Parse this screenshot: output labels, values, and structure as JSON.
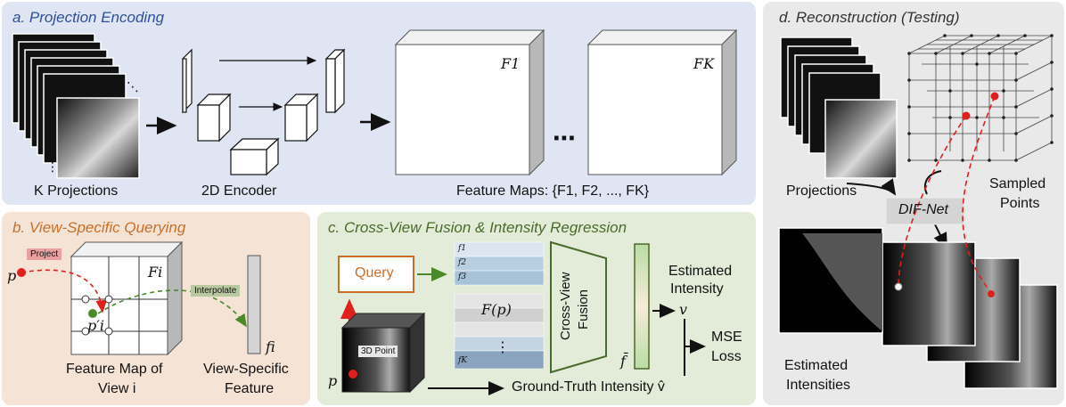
{
  "panel_a": {
    "title": "a. Projection Encoding",
    "projections_label": "K Projections",
    "encoder_label": "2D Encoder",
    "feature_maps_label": "Feature Maps: {F1, F2, ..., FK}",
    "f1": "F1",
    "fk": "FK",
    "ellipsis": "⋯"
  },
  "panel_b": {
    "title": "b. View-Specific Querying",
    "point": "p",
    "project_tag": "Project",
    "interpolate_tag": "Interpolate",
    "fi_label": "Fi",
    "pi_label": "p′i",
    "fi_vec": "fi",
    "feature_map_label_1": "Feature Map of",
    "feature_map_label_2": "View i",
    "view_specific_1": "View-Specific",
    "view_specific_2": "Feature"
  },
  "panel_c": {
    "title": "c. Cross-View Fusion & Intensity Regression",
    "query": "Query",
    "f1": "f1",
    "f2": "f2",
    "f3": "f3",
    "fk": "fK",
    "fp": "F(p)",
    "dots": "⋮",
    "fusion_1": "Cross-View",
    "fusion_2": "Fusion",
    "fbar": "f̄",
    "est_1": "Estimated",
    "est_2": "Intensity",
    "v": "v",
    "mse_1": "MSE",
    "mse_2": "Loss",
    "gt": "Ground-Truth Intensity v̂",
    "point3d": "3D Point",
    "p": "p"
  },
  "panel_d": {
    "title": "d. Reconstruction (Testing)",
    "projections": "Projections",
    "sampled_1": "Sampled",
    "sampled_2": "Points",
    "difnet": "DIF-Net",
    "est_1": "Estimated",
    "est_2": "Intensities"
  },
  "colors": {
    "blue_title": "#2f4f9a",
    "orange_title": "#c8702a",
    "green_title": "#4a6a2a",
    "red_point": "#e0201c",
    "green_point": "#4a8a2a",
    "query_box": "#c8702a"
  }
}
